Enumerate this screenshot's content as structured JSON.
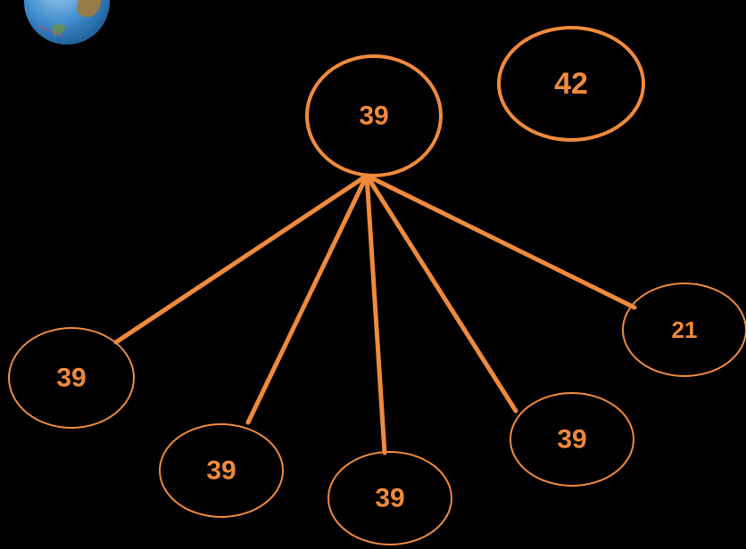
{
  "colors": {
    "background": "#000000",
    "accent": "#F08A3C",
    "globe_ocean": "#2F7FC0",
    "globe_land": "#A07A3A"
  },
  "decoration": {
    "globe_icon": "globe-icon"
  },
  "diagram": {
    "root": {
      "label": "39"
    },
    "isolated": {
      "label": "42"
    },
    "children": [
      {
        "label": "39"
      },
      {
        "label": "39"
      },
      {
        "label": "39"
      },
      {
        "label": "39"
      },
      {
        "label": "21"
      }
    ]
  }
}
